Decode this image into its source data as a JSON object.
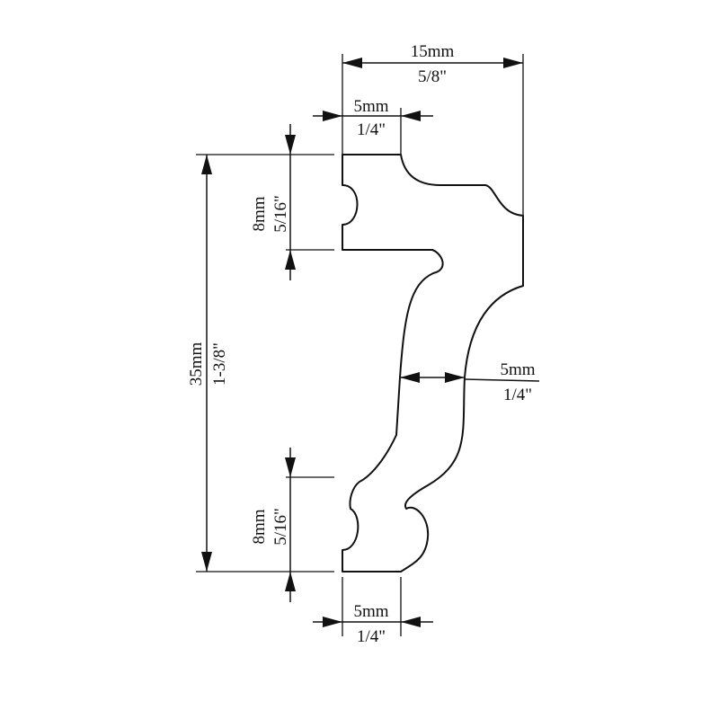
{
  "dimensions": {
    "top_width": {
      "mm": "15mm",
      "inch": "5/8\""
    },
    "top_step": {
      "mm": "5mm",
      "inch": "1/4\""
    },
    "upper_bead": {
      "mm": "8mm",
      "inch": "5/16\""
    },
    "overall_height": {
      "mm": "35mm",
      "inch": "1-3/8\""
    },
    "wall_thickness": {
      "mm": "5mm",
      "inch": "1/4\""
    },
    "lower_bead": {
      "mm": "8mm",
      "inch": "5/16\""
    },
    "bottom_step": {
      "mm": "5mm",
      "inch": "1/4\""
    }
  }
}
